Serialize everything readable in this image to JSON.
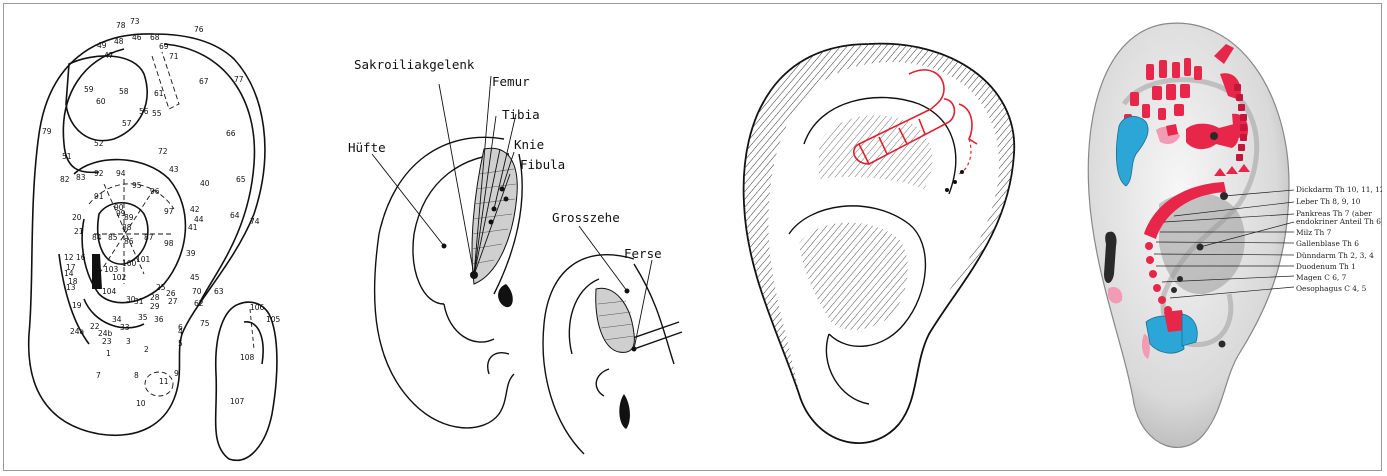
{
  "panel1": {
    "points": [
      {
        "label": "78"
      },
      {
        "label": "73"
      },
      {
        "label": "76"
      },
      {
        "label": "49"
      },
      {
        "label": "48"
      },
      {
        "label": "46"
      },
      {
        "label": "68"
      },
      {
        "label": "71"
      },
      {
        "label": "69"
      },
      {
        "label": "77"
      },
      {
        "label": "67"
      },
      {
        "label": "47"
      },
      {
        "label": "59"
      },
      {
        "label": "60"
      },
      {
        "label": "58"
      },
      {
        "label": "57"
      },
      {
        "label": "56"
      },
      {
        "label": "55"
      },
      {
        "label": "61"
      },
      {
        "label": "52"
      },
      {
        "label": "79"
      },
      {
        "label": "51"
      },
      {
        "label": "66"
      },
      {
        "label": "82"
      },
      {
        "label": "83"
      },
      {
        "label": "92"
      },
      {
        "label": "94"
      },
      {
        "label": "95"
      },
      {
        "label": "96"
      },
      {
        "label": "97"
      },
      {
        "label": "91"
      },
      {
        "label": "90"
      },
      {
        "label": "89"
      },
      {
        "label": "88"
      },
      {
        "label": "87"
      },
      {
        "label": "98"
      },
      {
        "label": "86"
      },
      {
        "label": "85"
      },
      {
        "label": "84"
      },
      {
        "label": "99"
      },
      {
        "label": "100"
      },
      {
        "label": "101"
      },
      {
        "label": "102"
      },
      {
        "label": "103"
      },
      {
        "label": "104"
      },
      {
        "label": "20"
      },
      {
        "label": "21"
      },
      {
        "label": "12"
      },
      {
        "label": "16"
      },
      {
        "label": "17"
      },
      {
        "label": "14"
      },
      {
        "label": "18"
      },
      {
        "label": "13"
      },
      {
        "label": "19"
      },
      {
        "label": "24a"
      },
      {
        "label": "24b"
      },
      {
        "label": "22"
      },
      {
        "label": "23"
      },
      {
        "label": "30"
      },
      {
        "label": "34"
      },
      {
        "label": "33"
      },
      {
        "label": "35"
      },
      {
        "label": "36"
      },
      {
        "label": "25"
      },
      {
        "label": "26"
      },
      {
        "label": "27"
      },
      {
        "label": "28"
      },
      {
        "label": "29"
      },
      {
        "label": "31"
      },
      {
        "label": "39"
      },
      {
        "label": "40"
      },
      {
        "label": "41"
      },
      {
        "label": "42"
      },
      {
        "label": "43"
      },
      {
        "label": "44"
      },
      {
        "label": "45"
      },
      {
        "label": "62"
      },
      {
        "label": "63"
      },
      {
        "label": "64"
      },
      {
        "label": "65"
      },
      {
        "label": "70"
      },
      {
        "label": "72"
      },
      {
        "label": "74"
      },
      {
        "label": "75"
      },
      {
        "label": "1"
      },
      {
        "label": "2"
      },
      {
        "label": "3"
      },
      {
        "label": "4"
      },
      {
        "label": "5"
      },
      {
        "label": "6"
      },
      {
        "label": "7"
      },
      {
        "label": "8"
      },
      {
        "label": "9"
      },
      {
        "label": "10"
      },
      {
        "label": "11"
      },
      {
        "label": "105"
      },
      {
        "label": "106"
      },
      {
        "label": "107"
      },
      {
        "label": "108"
      }
    ]
  },
  "panel2": {
    "labels": {
      "sakroiliakgelenk": "Sakroiliakgelenk",
      "femur": "Femur",
      "tibia": "Tibia",
      "knie": "Knie",
      "fibula": "Fibula",
      "hufte": "Hüfte",
      "grosszehe": "Grosszehe",
      "ferse": "Ferse"
    }
  },
  "panel4": {
    "legend": [
      {
        "text": "Dickdarm Th 10, 11, 12"
      },
      {
        "text": "Leber Th 8, 9, 10"
      },
      {
        "text": "Pankreas Th 7 (aber"
      },
      {
        "text": "endokriner Anteil Th 6)"
      },
      {
        "text": "Milz Th 7"
      },
      {
        "text": "Gallenblase Th 6"
      },
      {
        "text": "Dünndarm Th 2, 3, 4"
      },
      {
        "text": "Duodenum Th 1"
      },
      {
        "text": "Magen C 6, 7"
      },
      {
        "text": "Oesophagus C 4, 5"
      }
    ],
    "colors": {
      "red": "#e8264a",
      "blue": "#2ba6d6",
      "pink": "#f19bb4",
      "dark": "#2a2a2a"
    }
  }
}
